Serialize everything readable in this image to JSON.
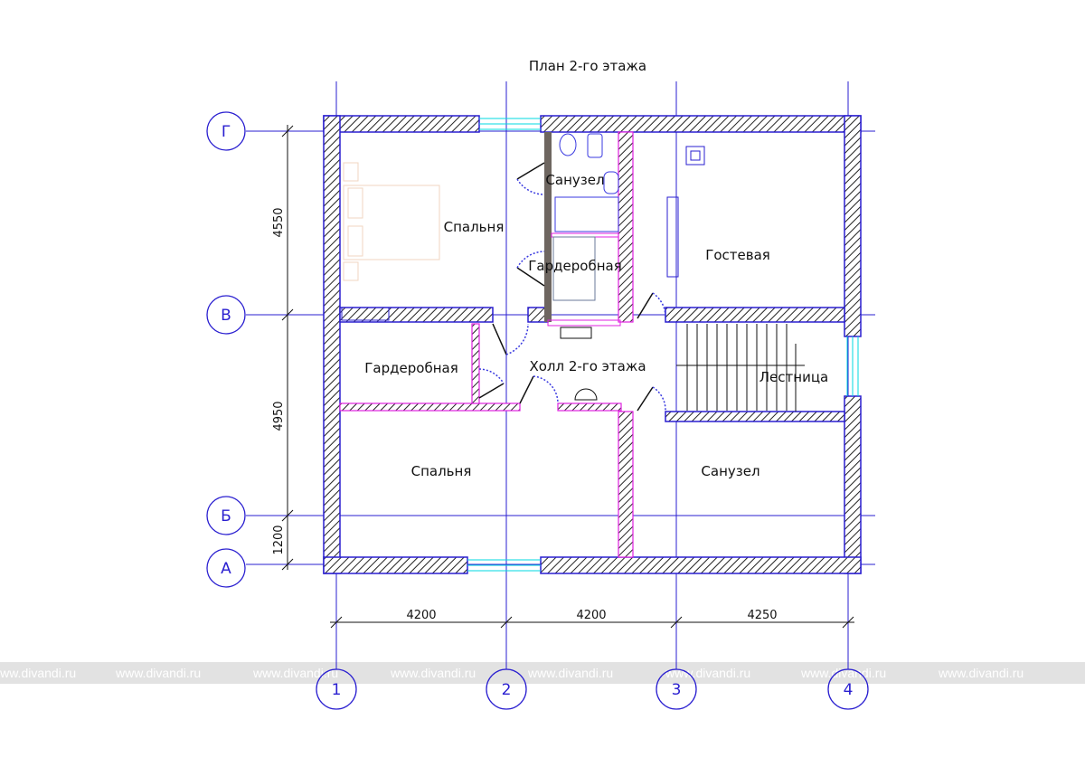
{
  "title": "План 2-го этажа",
  "rooms": {
    "bedroom_top": "Спальня",
    "bathroom_top": "Санузел",
    "wardrobe_top": "Гардеробная",
    "guest": "Гостевая",
    "wardrobe_mid": "Гардеробная",
    "hall": "Холл 2-го этажа",
    "stairs": "Лестница",
    "bedroom_bottom": "Спальня",
    "bathroom_bottom": "Санузел"
  },
  "axes": {
    "rows": [
      "Г",
      "В",
      "Б",
      "А"
    ],
    "cols": [
      "1",
      "2",
      "3",
      "4"
    ]
  },
  "dimensions": {
    "vertical": [
      "4550",
      "4950",
      "1200"
    ],
    "horizontal": [
      "4200",
      "4200",
      "4250"
    ]
  },
  "watermark": "www.divandi.ru",
  "colors": {
    "axis": "#2a1fd0",
    "partition": "#e020e0",
    "window": "#00d8e0"
  }
}
